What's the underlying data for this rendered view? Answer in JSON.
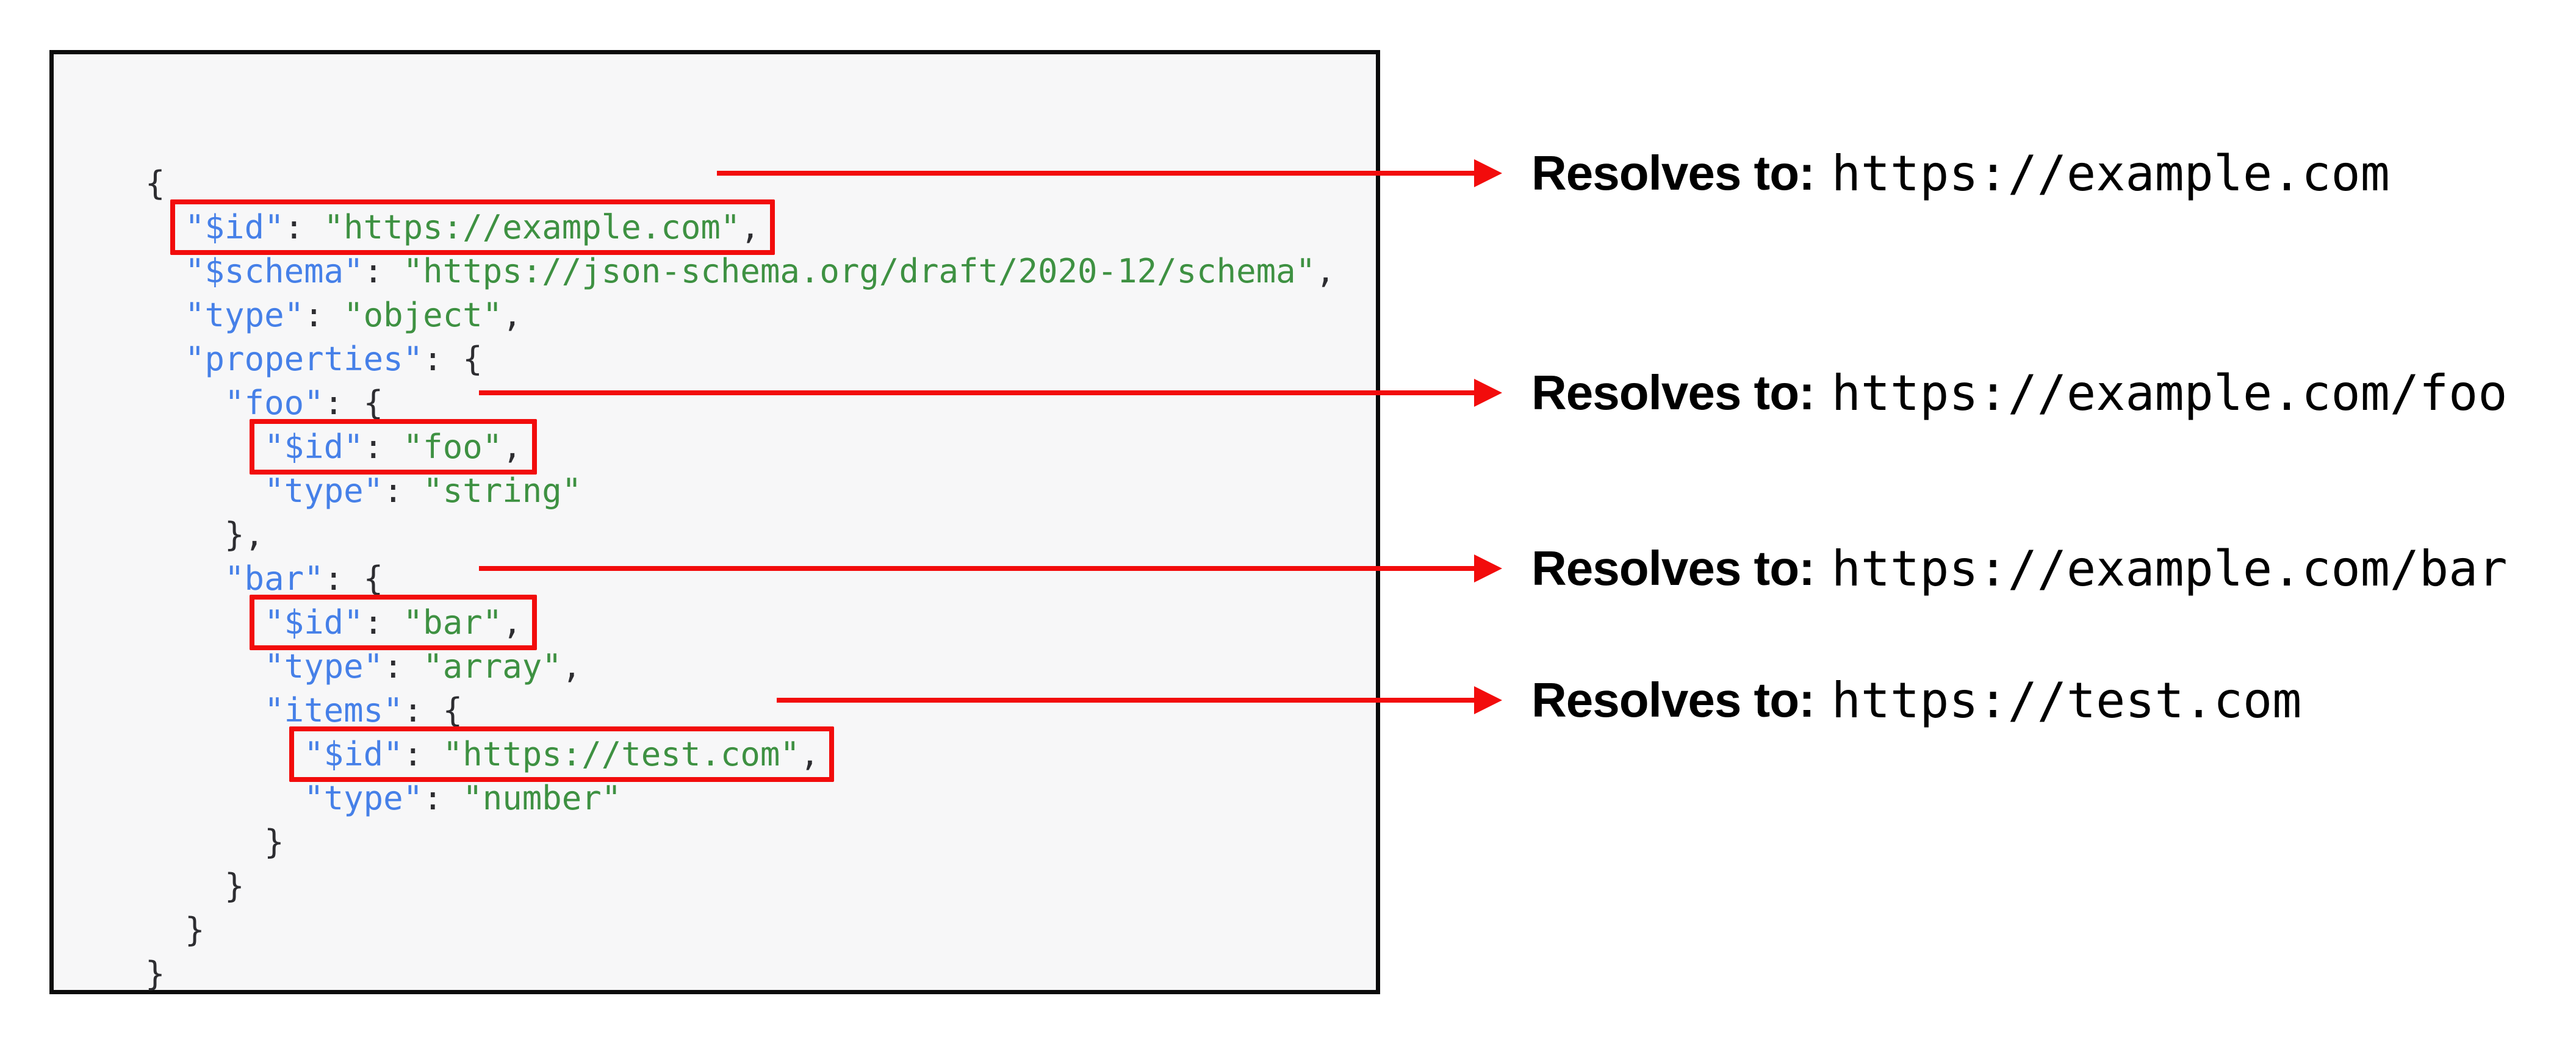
{
  "colors": {
    "page_bg": "#ffffff",
    "code_box_bg": "#f7f7f8",
    "code_box_border": "#0b0b0b",
    "key_color": "#4680e8",
    "string_color": "#3e9142",
    "punctuation_color": "#2d2d31",
    "highlight_red": "#f20c0c",
    "annotation_text": "#000000"
  },
  "code": {
    "lines": [
      {
        "indent": 0,
        "highlighted": false,
        "tokens": [
          {
            "t": "p",
            "v": "{"
          }
        ]
      },
      {
        "indent": 2,
        "highlighted": true,
        "tokens": [
          {
            "t": "k",
            "v": "\"$id\""
          },
          {
            "t": "p",
            "v": ": "
          },
          {
            "t": "s",
            "v": "\"https://example.com\""
          },
          {
            "t": "p",
            "v": ","
          }
        ]
      },
      {
        "indent": 2,
        "highlighted": false,
        "tokens": [
          {
            "t": "k",
            "v": "\"$schema\""
          },
          {
            "t": "p",
            "v": ": "
          },
          {
            "t": "s",
            "v": "\"https://json-schema.org/draft/2020-12/schema\""
          },
          {
            "t": "p",
            "v": ","
          }
        ]
      },
      {
        "indent": 2,
        "highlighted": false,
        "tokens": [
          {
            "t": "k",
            "v": "\"type\""
          },
          {
            "t": "p",
            "v": ": "
          },
          {
            "t": "s",
            "v": "\"object\""
          },
          {
            "t": "p",
            "v": ","
          }
        ]
      },
      {
        "indent": 2,
        "highlighted": false,
        "tokens": [
          {
            "t": "k",
            "v": "\"properties\""
          },
          {
            "t": "p",
            "v": ": {"
          }
        ]
      },
      {
        "indent": 4,
        "highlighted": false,
        "tokens": [
          {
            "t": "k",
            "v": "\"foo\""
          },
          {
            "t": "p",
            "v": ": {"
          }
        ]
      },
      {
        "indent": 6,
        "highlighted": true,
        "tokens": [
          {
            "t": "k",
            "v": "\"$id\""
          },
          {
            "t": "p",
            "v": ": "
          },
          {
            "t": "s",
            "v": "\"foo\""
          },
          {
            "t": "p",
            "v": ","
          }
        ]
      },
      {
        "indent": 6,
        "highlighted": false,
        "tokens": [
          {
            "t": "k",
            "v": "\"type\""
          },
          {
            "t": "p",
            "v": ": "
          },
          {
            "t": "s",
            "v": "\"string\""
          }
        ]
      },
      {
        "indent": 4,
        "highlighted": false,
        "tokens": [
          {
            "t": "p",
            "v": "},"
          }
        ]
      },
      {
        "indent": 4,
        "highlighted": false,
        "tokens": [
          {
            "t": "k",
            "v": "\"bar\""
          },
          {
            "t": "p",
            "v": ": {"
          }
        ]
      },
      {
        "indent": 6,
        "highlighted": true,
        "tokens": [
          {
            "t": "k",
            "v": "\"$id\""
          },
          {
            "t": "p",
            "v": ": "
          },
          {
            "t": "s",
            "v": "\"bar\""
          },
          {
            "t": "p",
            "v": ","
          }
        ]
      },
      {
        "indent": 6,
        "highlighted": false,
        "tokens": [
          {
            "t": "k",
            "v": "\"type\""
          },
          {
            "t": "p",
            "v": ": "
          },
          {
            "t": "s",
            "v": "\"array\""
          },
          {
            "t": "p",
            "v": ","
          }
        ]
      },
      {
        "indent": 6,
        "highlighted": false,
        "tokens": [
          {
            "t": "k",
            "v": "\"items\""
          },
          {
            "t": "p",
            "v": ": {"
          }
        ]
      },
      {
        "indent": 8,
        "highlighted": true,
        "tokens": [
          {
            "t": "k",
            "v": "\"$id\""
          },
          {
            "t": "p",
            "v": ": "
          },
          {
            "t": "s",
            "v": "\"https://test.com\""
          },
          {
            "t": "p",
            "v": ","
          }
        ]
      },
      {
        "indent": 8,
        "highlighted": false,
        "tokens": [
          {
            "t": "k",
            "v": "\"type\""
          },
          {
            "t": "p",
            "v": ": "
          },
          {
            "t": "s",
            "v": "\"number\""
          }
        ]
      },
      {
        "indent": 6,
        "highlighted": false,
        "tokens": [
          {
            "t": "p",
            "v": "}"
          }
        ]
      },
      {
        "indent": 4,
        "highlighted": false,
        "tokens": [
          {
            "t": "p",
            "v": "}"
          }
        ]
      },
      {
        "indent": 2,
        "highlighted": false,
        "tokens": [
          {
            "t": "p",
            "v": "}"
          }
        ]
      },
      {
        "indent": 0,
        "highlighted": false,
        "tokens": [
          {
            "t": "p",
            "v": "}"
          }
        ]
      }
    ]
  },
  "annotations": [
    {
      "label": "Resolves to:",
      "url": "https://example.com"
    },
    {
      "label": "Resolves to:",
      "url": "https://example.com/foo"
    },
    {
      "label": "Resolves to:",
      "url": "https://example.com/bar"
    },
    {
      "label": "Resolves to:",
      "url": "https://test.com"
    }
  ]
}
